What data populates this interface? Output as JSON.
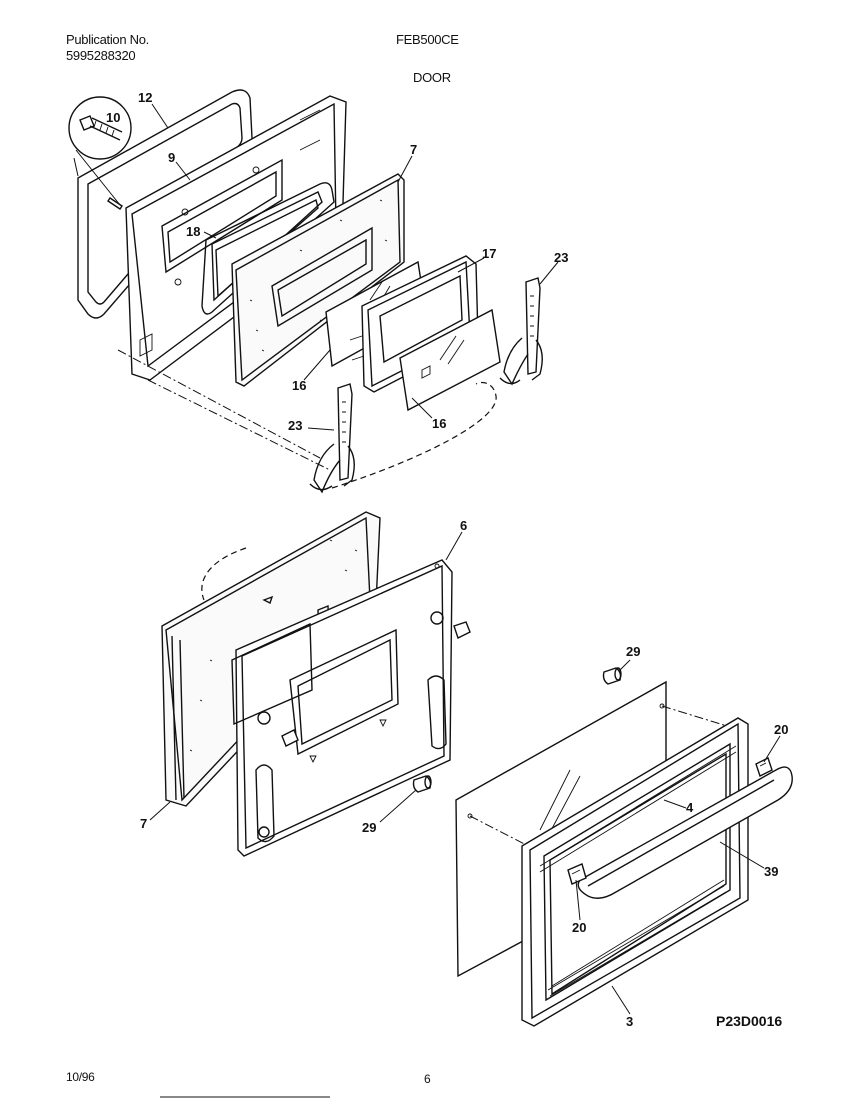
{
  "header": {
    "publication_label": "Publication No.",
    "publication_number": "5995288320",
    "model": "FEB500CE",
    "section": "DOOR"
  },
  "footer": {
    "date": "10/96",
    "page": "6"
  },
  "diagram": {
    "code": "P23D0016",
    "part_callouts": [
      "12",
      "10",
      "9",
      "18",
      "7",
      "17",
      "23",
      "16",
      "16",
      "23",
      "6",
      "7",
      "29",
      "29",
      "20",
      "4",
      "39",
      "20",
      "3"
    ]
  }
}
